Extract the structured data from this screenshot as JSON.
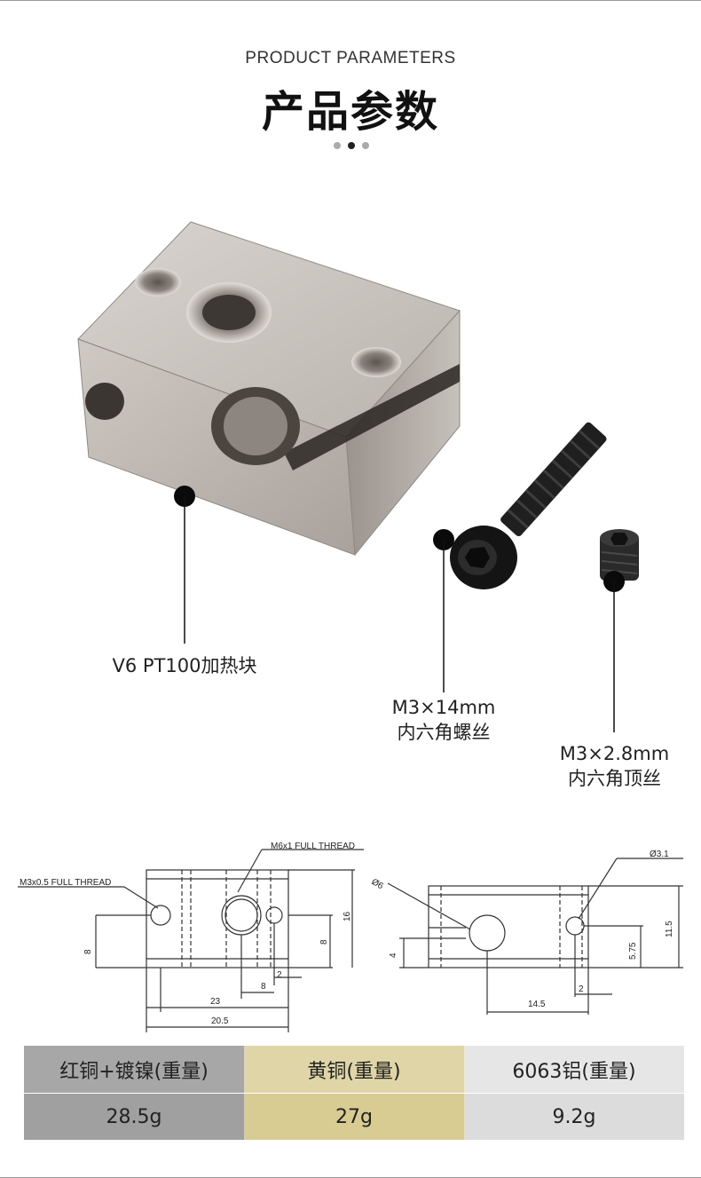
{
  "header": {
    "subtitle": "PRODUCT PARAMETERS",
    "title": "产品参数"
  },
  "callouts": [
    {
      "name": "heater-block",
      "line1": "V6 PT100加热块",
      "line2": ""
    },
    {
      "name": "hex-screw",
      "line1": "M3×14mm",
      "line2": "内六角螺丝"
    },
    {
      "name": "set-screw",
      "line1": "M3×2.8mm",
      "line2": "内六角顶丝"
    }
  ],
  "drawing": {
    "thread_m6": "M6x1 FULL THREAD",
    "thread_m3": "M3x0.5 FULL THREAD",
    "dia6": "Ø6",
    "dia31": "Ø3.1",
    "dims": {
      "left_8": "8",
      "right_8": "8",
      "height_16": "16",
      "bottom_2a": "2",
      "bottom_8": "8",
      "width_23": "23",
      "width_205": "20.5",
      "h_4": "4",
      "h_575": "5.75",
      "h_115": "11.5",
      "bottom_2b": "2",
      "width_145": "14.5"
    }
  },
  "spec_table": {
    "headers": [
      "红铜+镀镍(重量)",
      "黄铜(重量)",
      "6063铝(重量)"
    ],
    "values": [
      "28.5g",
      "27g",
      "9.2g"
    ],
    "colors": {
      "copper_header": "#a7a7a7",
      "copper_value": "#a0a0a0",
      "brass_header": "#dfd5a6",
      "brass_value": "#d8cc92",
      "alu_header": "#e6e6e6",
      "alu_value": "#dcdcdc"
    }
  }
}
